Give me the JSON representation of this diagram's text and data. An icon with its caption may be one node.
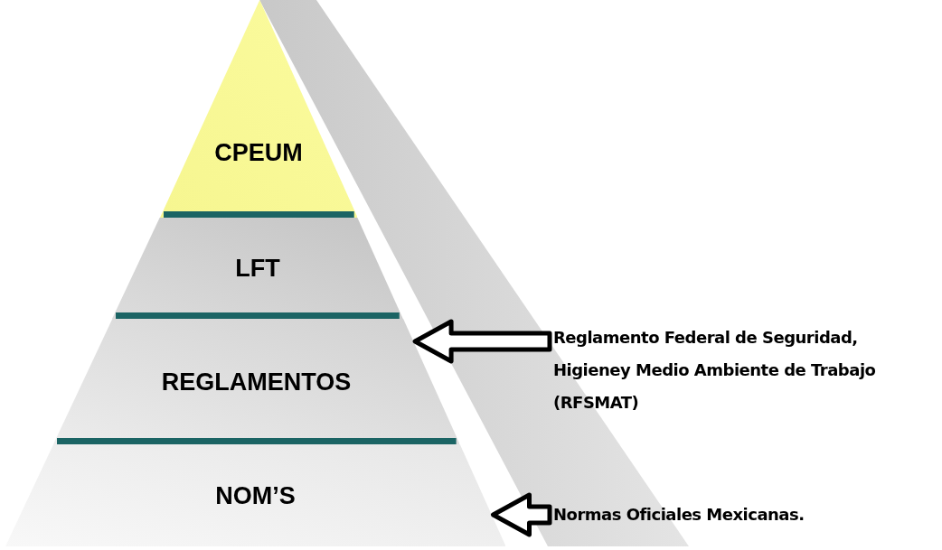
{
  "diagram": {
    "nodes": [
      {
        "text": [
          "CPEUM"
        ]
      },
      {
        "text": [
          "LFT"
        ]
      },
      {
        "text": [
          "REGLAMENTOS"
        ]
      },
      {
        "text": [
          "NOM’S"
        ]
      },
      {
        "text": [
          "Reglamento Federal de Seguridad, Higieney Medio Ambiente de Trabajo (RFSMAT)"
        ]
      },
      {
        "text": [
          "Normas Oficiales Mexicanas."
        ]
      }
    ],
    "edges": [
      {
        "from": 4,
        "to": 2,
        "arrow": "to"
      },
      {
        "from": 5,
        "to": 3,
        "arrow": "to"
      }
    ]
  }
}
